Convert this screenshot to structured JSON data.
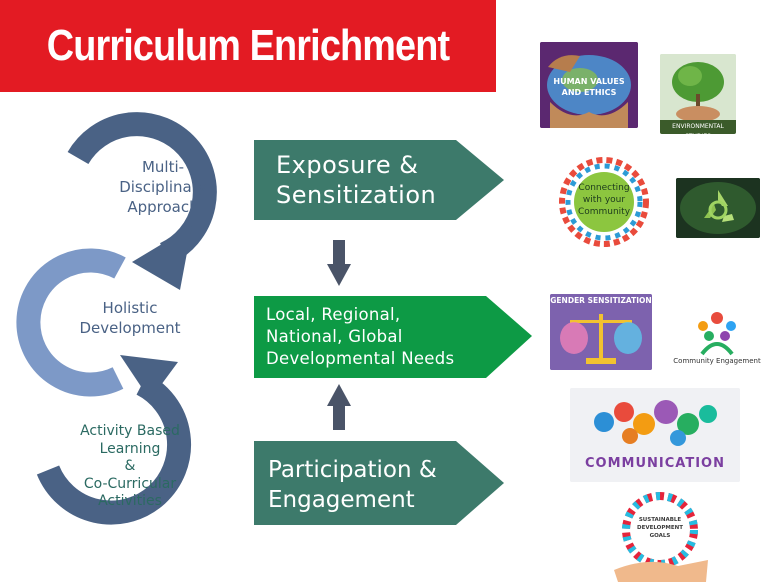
{
  "header": {
    "title": "Curriculum Enrichment"
  },
  "cycle": {
    "top_label": [
      "Multi-",
      "Disciplinary",
      "Approach"
    ],
    "middle_label": [
      "Holistic",
      "Development"
    ],
    "bottom_label": [
      "Activity Based",
      "Learning",
      "&",
      "Co-Curricular",
      "Activities"
    ]
  },
  "flow": {
    "exposure": [
      "Exposure &",
      "Sensitization"
    ],
    "needs": [
      "Local, Regional,",
      "National, Global",
      "Developmental Needs"
    ],
    "participation": [
      "Participation &",
      "Engagement"
    ]
  },
  "images": {
    "human_values": "HUMAN VALUES AND ETHICS",
    "environmental": "ENVIRONMENTAL STUDIES",
    "community": [
      "Connecting",
      "with your",
      "Community"
    ],
    "gender": "GENDER SENSITIZATION",
    "community_engagement": "Community Engagement",
    "communication": "COMMUNICATION",
    "sdg": [
      "SUSTAINABLE",
      "DEVELOPMENT",
      "GOALS"
    ]
  },
  "colors": {
    "banner": "#e31b23",
    "arc_dark": "#4a6285",
    "arc_light": "#7d99c7",
    "teal": "#3d7a6b",
    "green": "#0d9a45",
    "down_arrow": "#4a5468"
  }
}
